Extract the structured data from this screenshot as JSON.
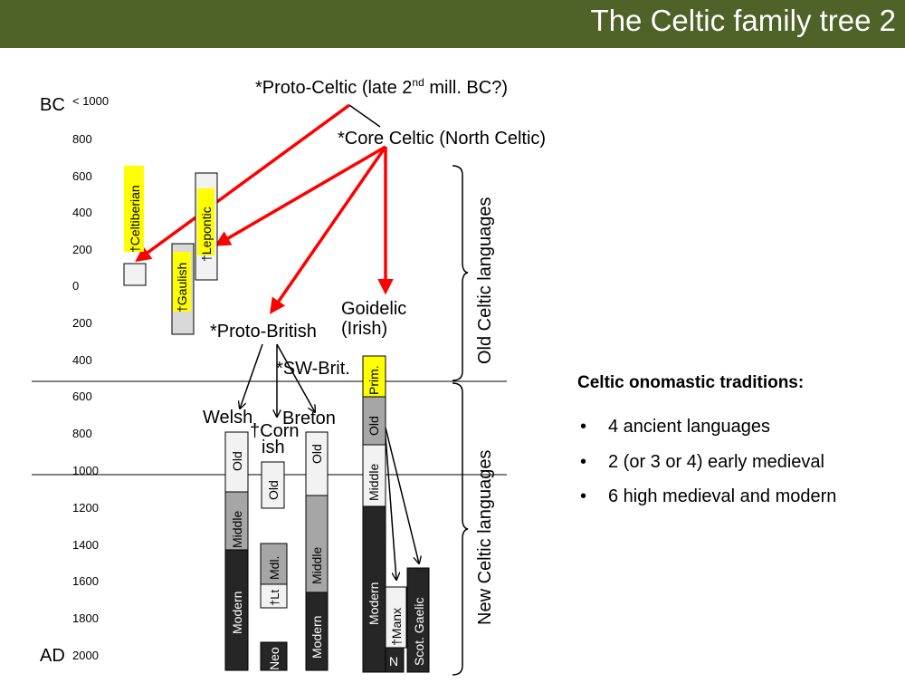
{
  "slide": {
    "title": "The Celtic family tree 2"
  },
  "timeline": {
    "era_bc": "BC",
    "era_ad": "AD",
    "ticks": [
      "< 1000",
      "800",
      "600",
      "400",
      "200",
      "0",
      "200",
      "400",
      "600",
      "800",
      "1000",
      "1200",
      "1400",
      "1600",
      "1800",
      "2000"
    ]
  },
  "nodes": {
    "proto_celtic": "*Proto-Celtic (late 2",
    "proto_celtic_sup": "nd",
    "proto_celtic_end": " mill. BC?)",
    "core_celtic": "*Core Celtic (North Celtic)",
    "proto_british": "*Proto-British",
    "goidelic_1": "Goidelic",
    "goidelic_2": "(Irish)",
    "sw_brit": "*SW-Brit.",
    "welsh": "Welsh",
    "cornish_1": "†Corn",
    "cornish_2": "ish",
    "breton": "Breton"
  },
  "bars": {
    "celtiberian": "†Celtiberian",
    "lepontic": "†Lepontic",
    "gaulish": "†Gaulish",
    "welsh_old": "Old",
    "welsh_middle": "Middle",
    "welsh_modern": "Modern",
    "cornish_old": "Old",
    "cornish_mdl": "Mdl.",
    "cornish_lt": "†Lt",
    "cornish_neo": "Neo",
    "breton_old": "Old",
    "breton_middle": "Middle",
    "breton_modern": "Modern",
    "irish_prim": "Prim.",
    "irish_old": "Old",
    "irish_middle": "Middle",
    "irish_modern": "Modern",
    "irish_n": "N",
    "manx": "†Manx",
    "scot_gaelic": "Scot. Gaelic"
  },
  "brackets": {
    "old_celtic": "Old Celtic languages",
    "new_celtic": "New Celtic languages"
  },
  "panel": {
    "heading": "Celtic onomastic traditions:",
    "bullet_glyph": "•",
    "items": [
      "4 ancient languages",
      "2 (or 3 or 4) early medieval",
      "6 high medieval and modern"
    ]
  },
  "colors": {
    "title_bar": "#4f6228",
    "arrow_red": "#ff0000",
    "highlight": "#ffff00",
    "modern_dark": "#262626",
    "middle_grey": "#a6a6a6"
  }
}
